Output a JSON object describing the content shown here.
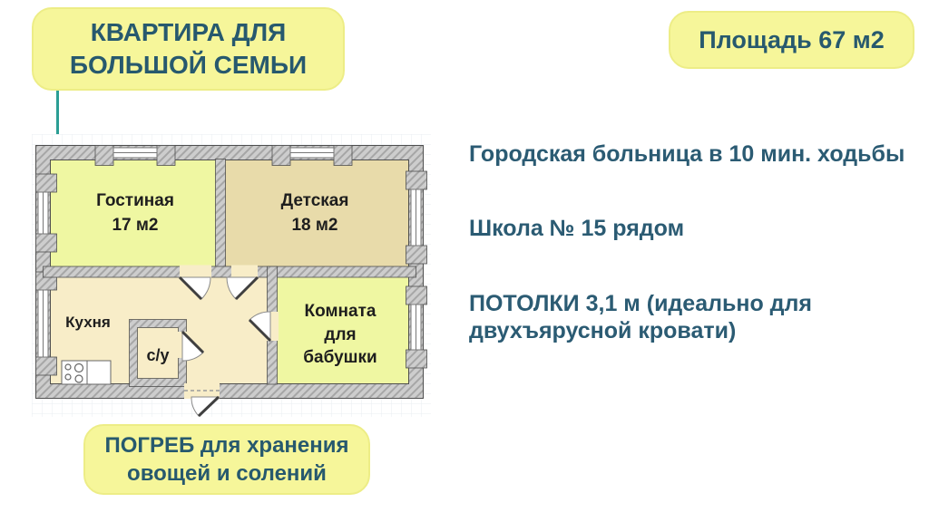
{
  "colors": {
    "badge_yellow": "#f6f69a",
    "badge_border": "#eded86",
    "text_teal": "#2b5b73",
    "title_teal": "#27596e",
    "accent_teal_line": "#2b9e94",
    "wall_gray": "#cdcdcd",
    "room_yellow_green": "#eff7a2",
    "room_tan": "#e8dbaa",
    "room_cream": "#f8edc8"
  },
  "badges": {
    "title": "КВАРТИРА ДЛЯ БОЛЬШОЙ СЕМЬИ",
    "area": "Площадь 67 м2",
    "cellar": "ПОГРЕБ для хранения овощей и солений"
  },
  "floor_plan": {
    "living": {
      "name": "Гостиная",
      "area": "17 м2"
    },
    "kids": {
      "name": "Детская",
      "area": "18 м2"
    },
    "kitchen": {
      "name": "Кухня"
    },
    "bathroom": {
      "name": "с/у"
    },
    "grandma": {
      "name_lines": [
        "Комната",
        "для",
        "бабушки"
      ]
    }
  },
  "notes": [
    "Городская больница в 10 мин. ходьбы",
    "Школа № 15 рядом",
    "ПОТОЛКИ 3,1 м (идеально для двухъярусной кровати)"
  ]
}
